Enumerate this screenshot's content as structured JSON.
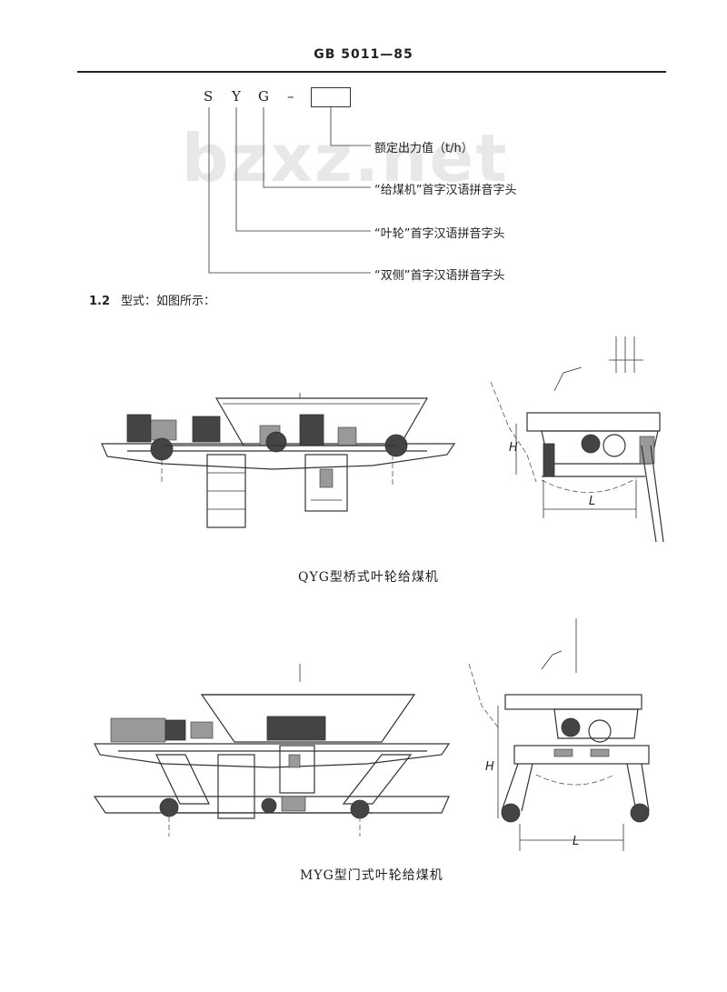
{
  "header": {
    "standard_code": "GB 5011—85"
  },
  "watermark": {
    "text": "bzxz.net"
  },
  "model_code": {
    "letters": [
      "S",
      "Y",
      "G",
      "–"
    ],
    "descriptions": [
      "额定出力值（t/h）",
      "“给煤机”首字汉语拼音字头",
      "“叶轮”首字汉语拼音字头",
      "“双侧”首字汉语拼音字头"
    ]
  },
  "section": {
    "number": "1.2",
    "text": "型式：如图所示："
  },
  "figures": {
    "qyg_caption": "QYG型桥式叶轮给煤机",
    "myg_caption": "MYG型门式叶轮给煤机",
    "dim_h": "H",
    "dim_l": "L"
  }
}
